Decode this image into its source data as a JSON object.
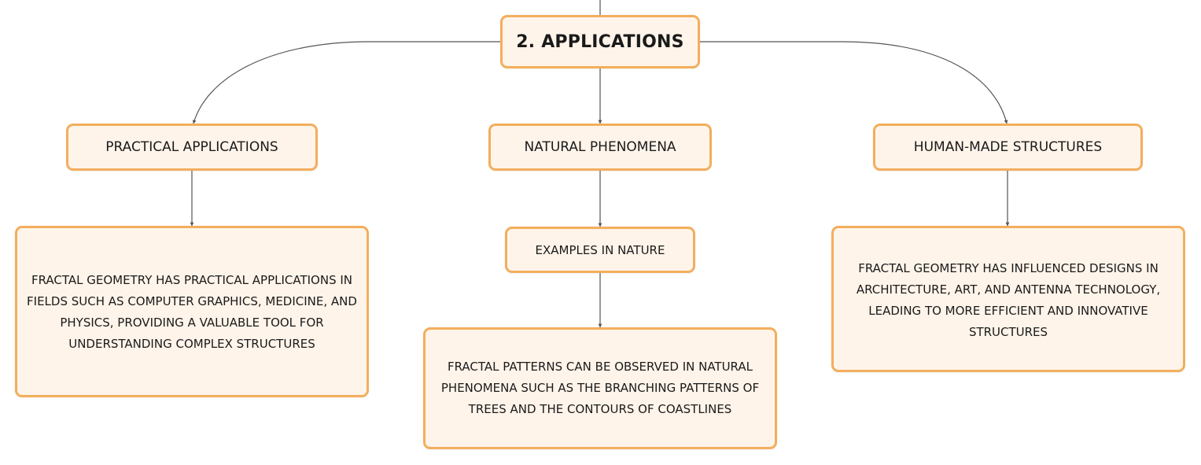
{
  "diagram": {
    "root": {
      "label": "2. APPLICATIONS"
    },
    "branches": [
      {
        "label": "PRACTICAL APPLICATIONS",
        "description": "FRACTAL GEOMETRY HAS PRACTICAL APPLICATIONS IN FIELDS SUCH AS COMPUTER GRAPHICS, MEDICINE, AND PHYSICS, PROVIDING A VALUABLE TOOL FOR UNDERSTANDING COMPLEX STRUCTURES"
      },
      {
        "label": "NATURAL PHENOMENA",
        "sub_label": "EXAMPLES IN NATURE",
        "description": "FRACTAL PATTERNS CAN BE OBSERVED IN NATURAL PHENOMENA SUCH AS THE BRANCHING PATTERNS OF TREES AND THE CONTOURS OF COASTLINES"
      },
      {
        "label": "HUMAN-MADE STRUCTURES",
        "description": "FRACTAL GEOMETRY HAS INFLUENCED DESIGNS IN ARCHITECTURE, ART, AND ANTENNA TECHNOLOGY, LEADING TO MORE EFFICIENT AND INNOVATIVE STRUCTURES"
      }
    ]
  },
  "colors": {
    "node_fill": "#fff4ea",
    "node_border": "#f3ae5c",
    "connector": "#555555",
    "text": "#1a1a1a"
  }
}
